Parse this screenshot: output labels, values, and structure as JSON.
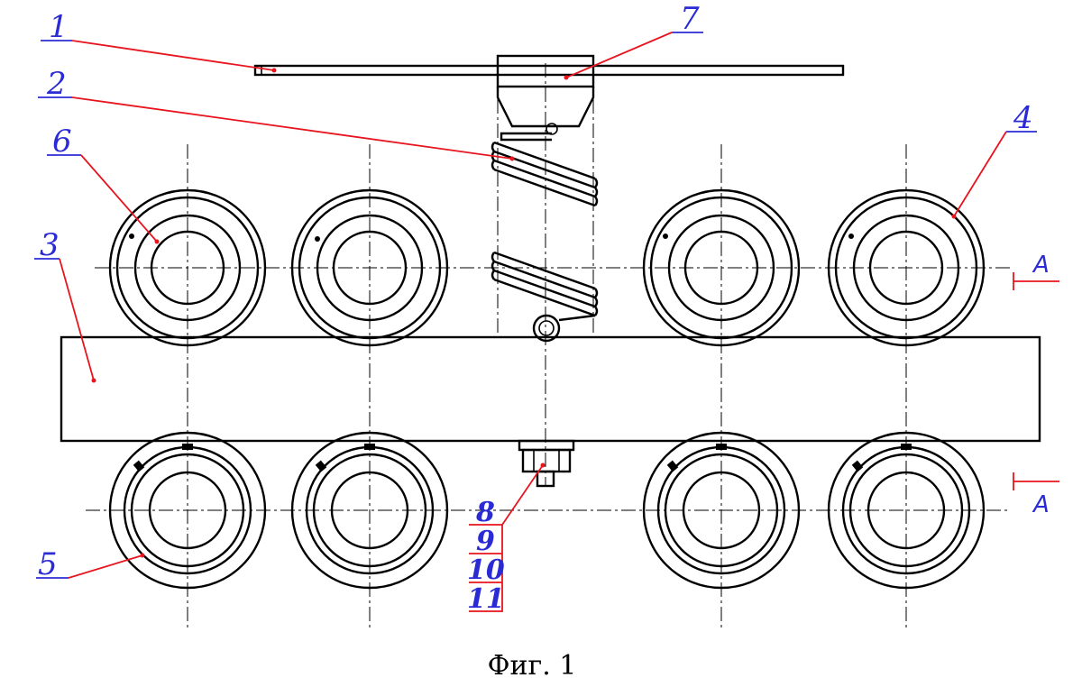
{
  "figure": {
    "caption": "Фиг. 1",
    "colors": {
      "outline": "#000000",
      "leader": "#e8141e",
      "label": "#2b2bd6"
    },
    "labels": {
      "p1": "1",
      "p2": "2",
      "p3": "3",
      "p4": "4",
      "p5": "5",
      "p6": "6",
      "p7": "7"
    },
    "stack_labels": [
      "8",
      "9",
      "10",
      "11"
    ],
    "section": {
      "top": "А",
      "bottom": "А"
    }
  }
}
